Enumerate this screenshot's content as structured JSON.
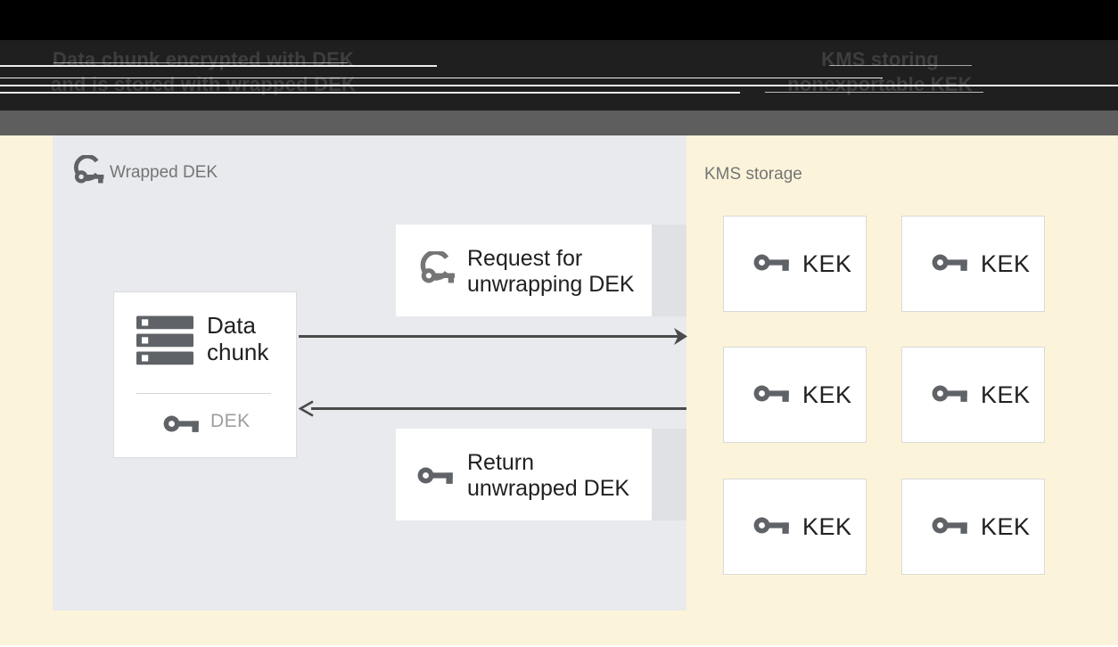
{
  "header": {
    "left_caption_line1": "Data chunk encrypted with DEK",
    "left_caption_line2": "and is stored with wrapped DEK",
    "right_caption_line1": "KMS storing",
    "right_caption_line2": "nonexportable KEK"
  },
  "dek_panel": {
    "title": "Wrapped DEK",
    "data_chunk": {
      "label_line1": "Data",
      "label_line2": "chunk",
      "key_label": "DEK"
    },
    "request_box": {
      "line1": "Request for",
      "line2": "unwrapping DEK"
    },
    "return_box": {
      "line1": "Return",
      "line2": "unwrapped DEK"
    }
  },
  "kms_panel": {
    "title": "KMS storage",
    "kek_boxes": [
      {
        "label": "KEK"
      },
      {
        "label": "KEK"
      },
      {
        "label": "KEK"
      },
      {
        "label": "KEK"
      },
      {
        "label": "KEK"
      },
      {
        "label": "KEK"
      }
    ]
  },
  "icons": {
    "wrapped_key": "wrapped-key-icon",
    "key": "key-icon",
    "data_chunk": "server-stack-icon",
    "request_arrow": "arrow-right-icon",
    "return_arrow": "arrow-left-icon"
  },
  "colors": {
    "background_cream": "#fcf4da",
    "panel_gray_blue": "#e8eaed",
    "header_black": "#1f1f1f",
    "header_gray_strip": "#5e5e5e",
    "box_border": "#dadce0",
    "icon_gray": "#5f6368",
    "muted_label": "#757575",
    "dark_text": "#212121",
    "dek_text": "#9e9e9e",
    "arrow": "#4a4a4a"
  }
}
